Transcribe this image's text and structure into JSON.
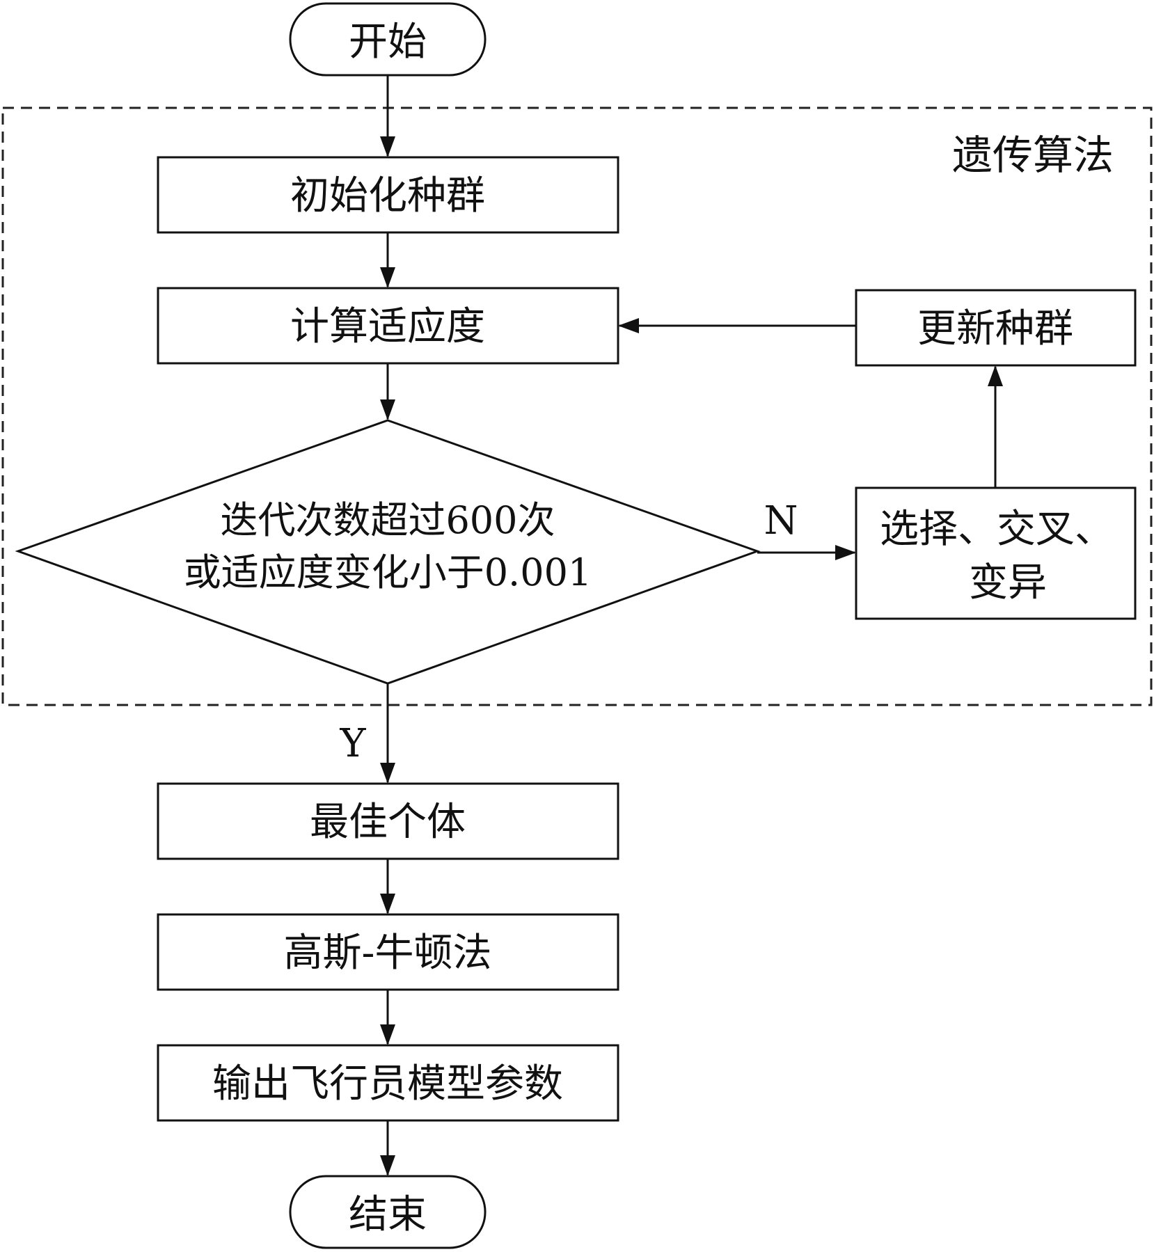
{
  "flowchart": {
    "group_label": "遗传算法",
    "start": "开始",
    "init_population": "初始化种群",
    "compute_fitness": "计算适应度",
    "condition_line1": "迭代次数超过600次",
    "condition_line2": "或适应度变化小于0.001",
    "no_label": "N",
    "yes_label": "Y",
    "select_line1": "选择、交叉、",
    "select_line2": "变异",
    "update_population": "更新种群",
    "best_individual": "最佳个体",
    "gauss_newton": "高斯-牛顿法",
    "output_params": "输出飞行员模型参数",
    "end": "结束"
  }
}
